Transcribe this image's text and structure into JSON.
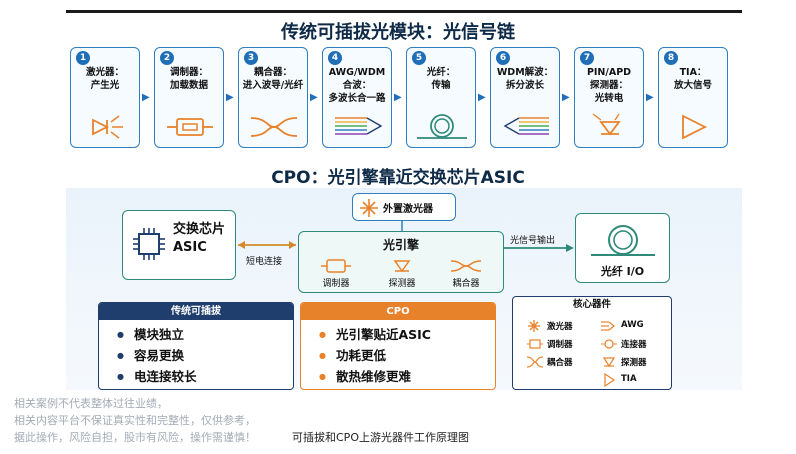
{
  "title_main": "传统可插拔光模块：光信号链",
  "title_cpo": "CPO：光引擎靠近交换芯片ASIC",
  "steps": [
    {
      "num": "1",
      "label": "激光器：\n产生光",
      "icon": "laser-icon"
    },
    {
      "num": "2",
      "label": "调制器：\n加载数据",
      "icon": "modulator-icon"
    },
    {
      "num": "3",
      "label": "耦合器：\n进入波导/光纤",
      "icon": "coupler-icon"
    },
    {
      "num": "4",
      "label": "AWG/WDM\n合波：\n多波长合一路",
      "icon": "awg-combine-icon"
    },
    {
      "num": "5",
      "label": "光纤：\n传输",
      "icon": "fiber-coil-icon"
    },
    {
      "num": "6",
      "label": "WDM解波：\n拆分波长",
      "icon": "wdm-split-icon"
    },
    {
      "num": "7",
      "label": "PIN/APD\n探测器：\n光转电",
      "icon": "photodetector-icon"
    },
    {
      "num": "8",
      "label": "TIA：\n放大信号",
      "icon": "amplifier-icon"
    }
  ],
  "cpo": {
    "asic_label": "交换芯片\nASIC",
    "ext_laser_label": "外置激光器",
    "engine_label": "光引擎",
    "engine_parts": [
      "调制器",
      "探测器",
      "耦合器"
    ],
    "fiber_label": "光纤 I/O",
    "short_link_label": "短电连接",
    "optical_out_label": "光信号输出"
  },
  "cards": {
    "traditional": {
      "title": "传统可插拔",
      "items": [
        "模块独立",
        "容易更换",
        "电连接较长"
      ]
    },
    "cpo": {
      "title": "CPO",
      "items": [
        "光引擎贴近ASIC",
        "功耗更低",
        "散热维修更难"
      ]
    },
    "core": {
      "title": "核心器件",
      "items": [
        "激光器",
        "AWG",
        "调制器",
        "连接器",
        "耦合器",
        "探测器",
        "TIA"
      ]
    }
  },
  "disclaimer": "相关案例不代表整体过往业绩，\n相关内容平台不保证真实性和完整性，仅供参考，\n据此操作，风险自担，股市有风险，操作需谨慎！",
  "caption": "可插拔和CPO上游光器件工作原理图",
  "colors": {
    "primary_blue": "#1f6fb8",
    "teal": "#2f8a7a",
    "orange": "#e8822a",
    "navy": "#1f3e6e"
  }
}
